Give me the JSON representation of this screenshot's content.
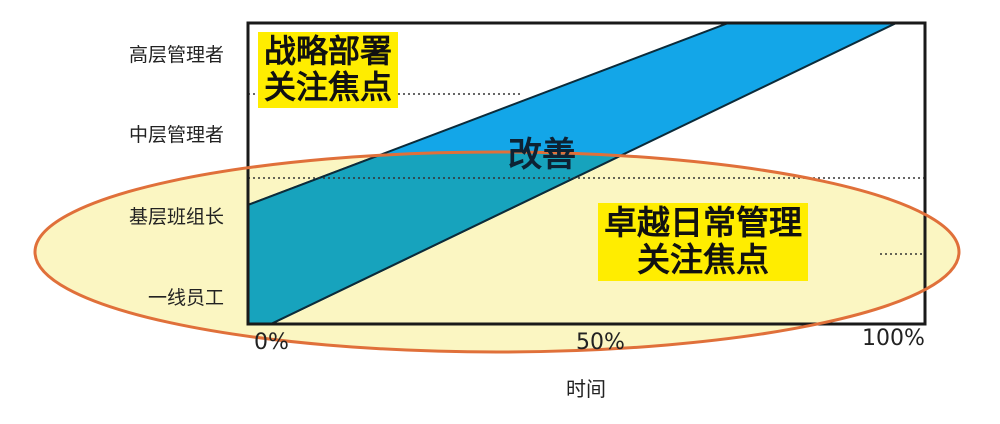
{
  "diagram": {
    "y_levels": [
      "高层管理者",
      "中层管理者",
      "基层班组长",
      "一线员工"
    ],
    "x_ticks": [
      "0%",
      "50%",
      "100%"
    ],
    "x_axis_title": "时间",
    "band_label": "改善",
    "strategy_focus": {
      "line1": "战略部署",
      "line2": "关注焦点"
    },
    "daily_focus": {
      "line1": "卓越日常管理",
      "line2": "关注焦点"
    },
    "colors": {
      "frame": "#1a1a1a",
      "band_upper": "#13a6e8",
      "band_lower": "#17a3bd",
      "ellipse_fill": "#fbf6c2",
      "ellipse_stroke": "#e0703a",
      "label_box": "#ffed00"
    }
  }
}
